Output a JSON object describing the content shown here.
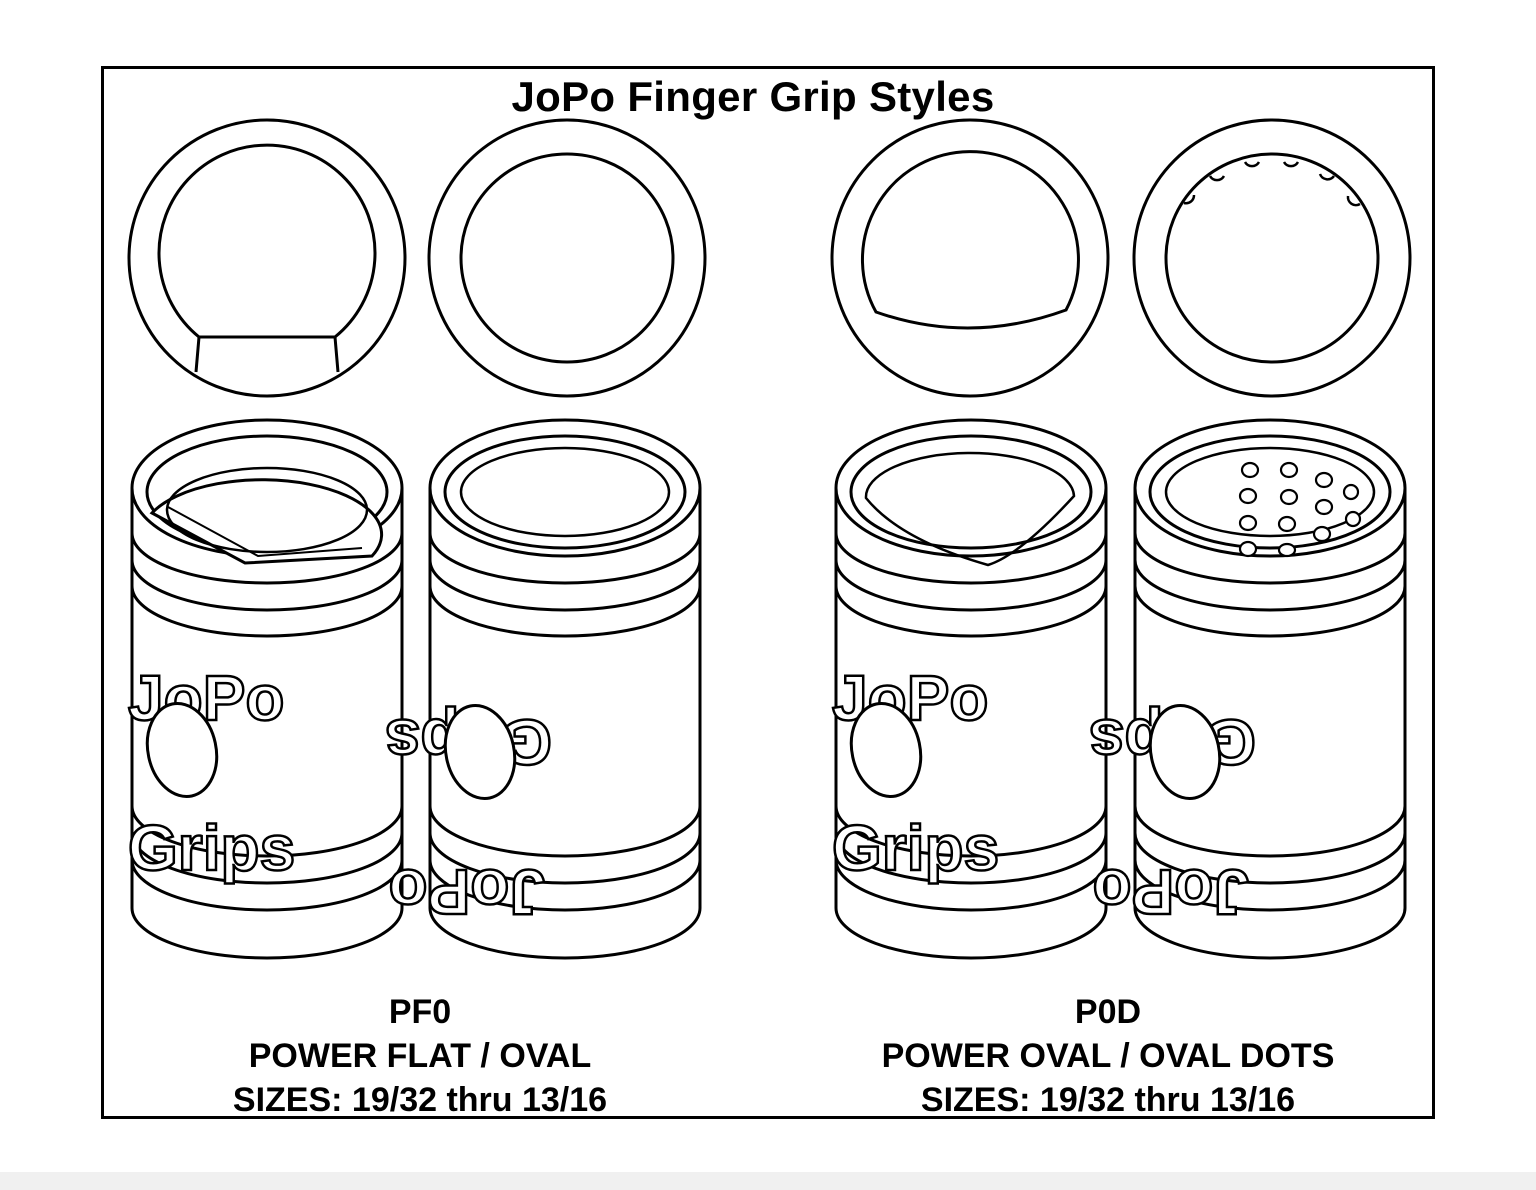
{
  "title": "JoPo Finger Grip Styles",
  "grip_text": {
    "top_word": "JoPo",
    "bottom_word": "Grips"
  },
  "products": [
    {
      "code": "PF0",
      "name": "POWER FLAT / OVAL",
      "sizes": "SIZES: 19/32 thru 13/16"
    },
    {
      "code": "P0D",
      "name": "POWER OVAL / OVAL DOTS",
      "sizes": "SIZES: 19/32 thru 13/16"
    }
  ],
  "colors": {
    "line": "#000000",
    "fill": "#ffffff"
  }
}
